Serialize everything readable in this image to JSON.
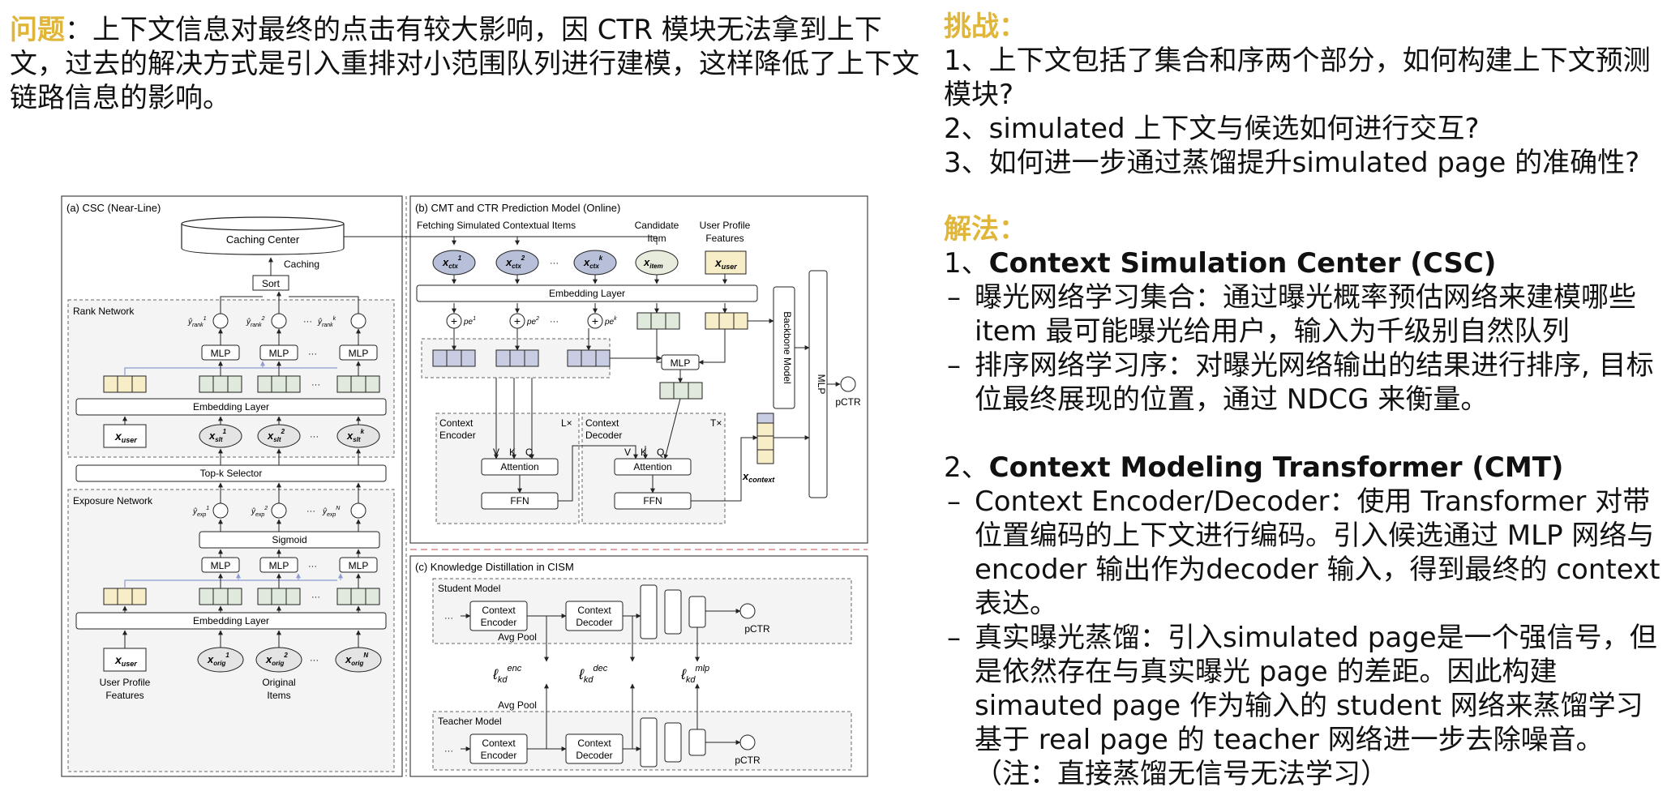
{
  "problem": {
    "label": "问题",
    "text": "：上下文信息对最终的点击有较大影响，因 CTR 模块无法拿到上下文，过去的解决方式是引入重排对小范围队列进行建模，这样降低了上下文链路信息的影响。"
  },
  "challenge": {
    "label": "挑战：",
    "items": [
      "1、上下文包括了集合和序两个部分，如何构建上下文预测模块?",
      "2、simulated  上下文与候选如何进行交互?",
      "3、如何进一步通过蒸馏提升simulated page 的准确性?"
    ]
  },
  "solution": {
    "label": "解法：",
    "csc": {
      "prefix": "1、",
      "title": "Context Simulation Center (CSC)",
      "bullets": [
        "曝光网络学习集合：通过曝光概率预估网络来建模哪些item 最可能曝光给用户，输入为千级别自然队列",
        "排序网络学习序：对曝光网络输出的结果进行排序, 目标位最终展现的位置，通过 NDCG 来衡量。"
      ]
    },
    "cmt": {
      "prefix": "2、",
      "title": "Context Modeling Transformer (CMT)",
      "bullets": [
        "Context Encoder/Decoder：使用 Transformer 对带位置编码的上下文进行编码。引入候选通过 MLP 网络与 encoder 输出作为decoder 输入，得到最终的 context 表达。",
        "真实曝光蒸馏：引入simulated  page是一个强信号，但是依然存在与真实曝光 page 的差距。因此构建 simauted page 作为输入的 student 网络来蒸馏学习基于 real page 的 teacher 网络进一步去除噪音。（注：直接蒸馏无信号无法学习）"
      ]
    },
    "dash": "–"
  },
  "diagram": {
    "panel_a": "(a) CSC (Near-Line)",
    "panel_b": "(b) CMT and CTR Prediction Model (Online)",
    "panel_c": "(c) Knowledge Distillation in CISM",
    "caching_center": "Caching Center",
    "caching": "Caching",
    "sort": "Sort",
    "rank_network": "Rank  Network",
    "exposure_network": "Exposure Network",
    "mlp": "MLP",
    "embedding_layer": "Embedding Layer",
    "topk": "Top-k Selector",
    "sigmoid": "Sigmoid",
    "user_profile": "User Profile",
    "features": "Features",
    "original": "Original",
    "items": "Items",
    "x_user": "x",
    "user_sub": "user",
    "x_slt": "x",
    "slt_sub": "slt",
    "x_orig": "x",
    "orig_sub": "orig",
    "x_ctx": "x",
    "ctx_sub": "ctx",
    "x_item": "x",
    "item_sub": "item",
    "x_context": "x",
    "context_sub": "context",
    "fetching": "Fetching Simulated Contextual Items",
    "candidate": "Candidate",
    "item": "Item",
    "user_profile_b": "User Profile",
    "features_b": "Features",
    "backbone": "Backbone Model",
    "mlp_big": "MLP",
    "pctr": "pCTR",
    "context_encoder_1": "Context",
    "context_encoder_2": "Encoder",
    "context_decoder_1": "Context",
    "context_decoder_2": "Decoder",
    "lx": "L×",
    "tx": "T×",
    "v": "V",
    "k": "K",
    "q": "Q",
    "attention": "Attention",
    "ffn": "FFN",
    "pe": "pe",
    "dots": "···",
    "student_model": "Student Model",
    "teacher_model": "Teacher Model",
    "avg_pool": "Avg Pool",
    "l_kd": "ℓ",
    "kd_sub": "kd",
    "enc_sup": "enc",
    "dec_sup": "dec",
    "mlp_sup": "mlp",
    "y_rank": "ŷ",
    "rank_sub": "rank",
    "y_exp": "ŷ",
    "exp_sub": "exp",
    "sup1": "1",
    "sup2": "2",
    "supk": "k",
    "supN": "N"
  }
}
